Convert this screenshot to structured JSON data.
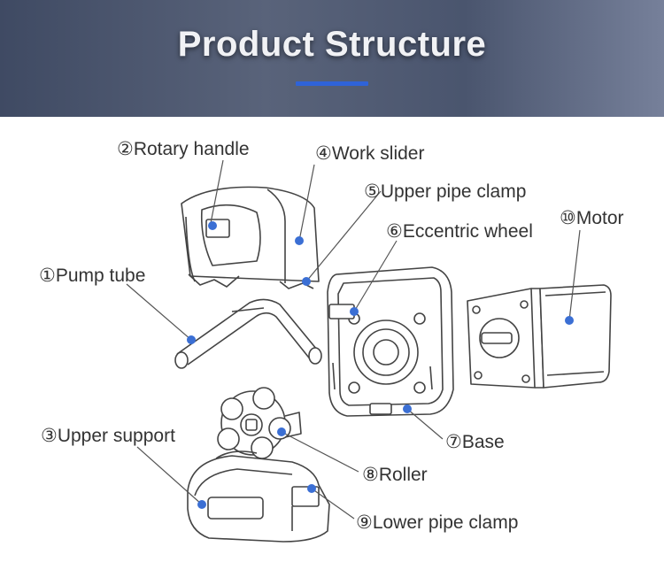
{
  "header": {
    "title": "Product Structure"
  },
  "colors": {
    "accent": "#2f63d8",
    "dot": "#3b6fd4",
    "line": "#555555"
  },
  "labels": {
    "rotary_handle": "②Rotary handle",
    "work_slider": "④Work slider",
    "upper_pipe_clamp": "⑤Upper pipe clamp",
    "eccentric_wheel": "⑥Eccentric wheel",
    "motor": "⑩Motor",
    "pump_tube": "①Pump tube",
    "upper_support": "③Upper support",
    "base": "⑦Base",
    "roller": "⑧Roller",
    "lower_pipe_clamp": "⑨Lower pipe clamp"
  }
}
